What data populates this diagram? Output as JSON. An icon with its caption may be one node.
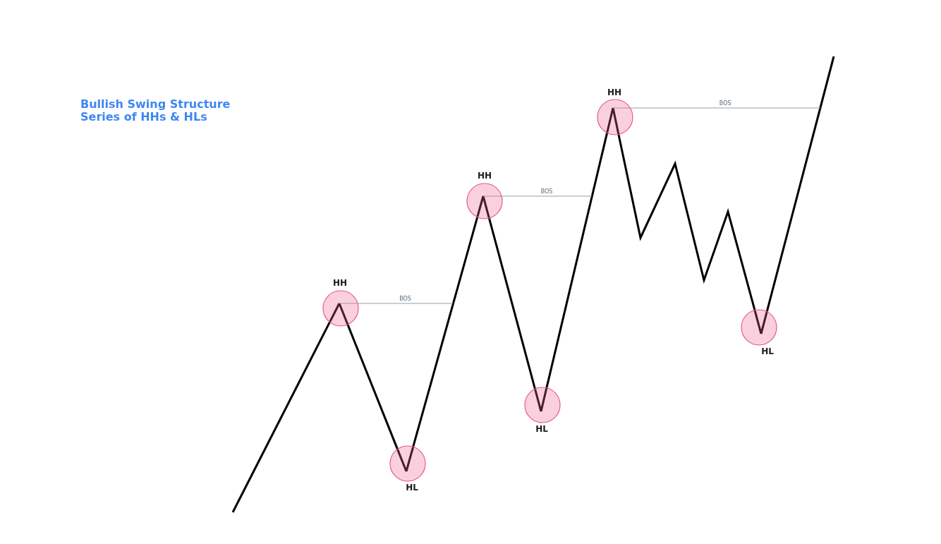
{
  "diagram": {
    "title": "Bullish Swing Structure",
    "nodes": [
      {
        "text": [
          "HH"
        ]
      },
      {
        "text": [
          "HL"
        ]
      },
      {
        "text": [
          "HH"
        ]
      },
      {
        "text": [
          "HL"
        ]
      },
      {
        "text": [
          "HH"
        ]
      },
      {
        "text": [
          "HL"
        ]
      }
    ],
    "edges": [
      {
        "from": null,
        "to": 0,
        "arrow": "none"
      },
      {
        "from": 0,
        "to": 1,
        "arrow": "none"
      },
      {
        "from": 1,
        "to": 2,
        "arrow": "none"
      },
      {
        "from": 2,
        "to": 3,
        "arrow": "none"
      },
      {
        "from": 3,
        "to": 4,
        "arrow": "none"
      },
      {
        "from": 4,
        "to": 5,
        "arrow": "none"
      },
      {
        "from": 5,
        "to": null,
        "arrow": "none"
      },
      {
        "from": 0,
        "to": null,
        "arrow": "none",
        "label": "BOS",
        "color": "#8ca3b5"
      },
      {
        "from": 2,
        "to": null,
        "arrow": "none",
        "label": "BOS",
        "color": "#8ca3b5"
      },
      {
        "from": 4,
        "to": null,
        "arrow": "none",
        "label": "BOS",
        "color": "#8ca3b5"
      }
    ],
    "labels": [
      "Series of HHs & HLs"
    ]
  }
}
